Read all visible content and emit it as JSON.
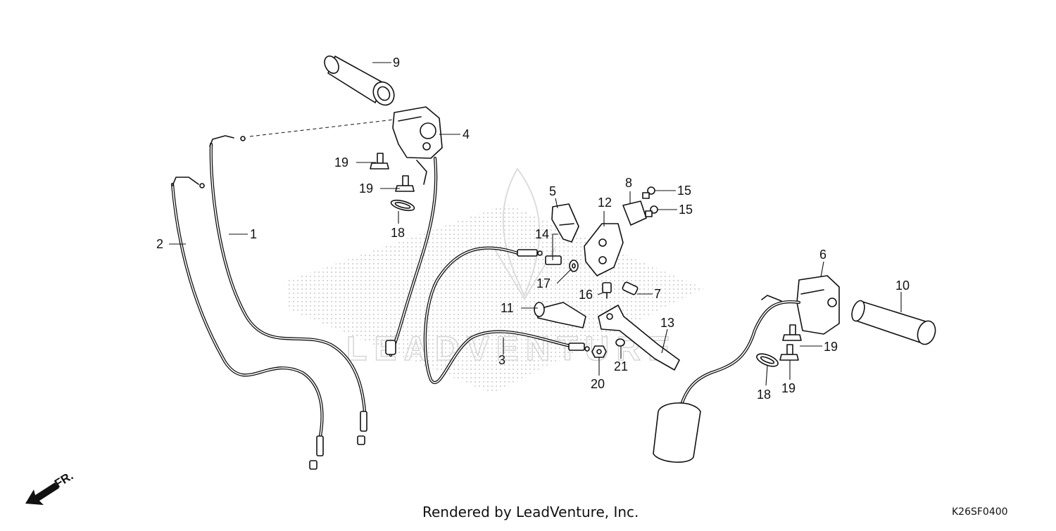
{
  "watermark_brand": "LEADVENTURE",
  "direction_label": "FR.",
  "credit_text": "Rendered by LeadVenture, Inc.",
  "diagram_code": "K26SF0400",
  "callouts": {
    "c1": "1",
    "c2": "2",
    "c3": "3",
    "c4": "4",
    "c5": "5",
    "c6": "6",
    "c7": "7",
    "c8": "8",
    "c9": "9",
    "c10": "10",
    "c11": "11",
    "c12": "12",
    "c13": "13",
    "c14": "14",
    "c15a": "15",
    "c15b": "15",
    "c16": "16",
    "c17": "17",
    "c18a": "18",
    "c18b": "18",
    "c19a": "19",
    "c19b": "19",
    "c19c": "19",
    "c19d": "19",
    "c20": "20",
    "c21": "21"
  }
}
